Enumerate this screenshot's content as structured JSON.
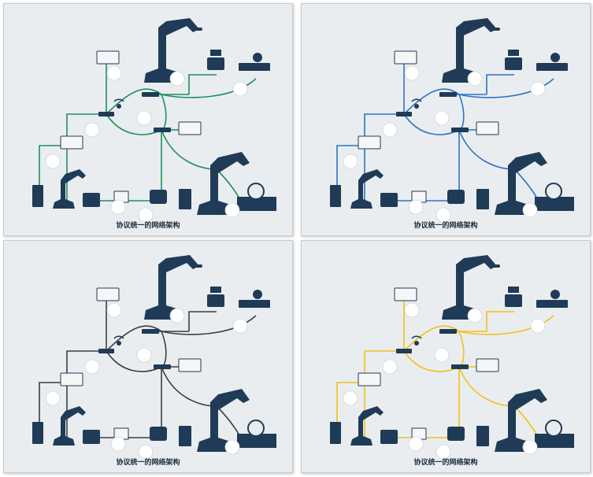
{
  "panels": [
    {
      "caption": "协议统一的网络架构",
      "line_color": "#1f8f5f"
    },
    {
      "caption": "协议统一的网络架构",
      "line_color": "#2e73c4"
    },
    {
      "caption": "协议统一的网络架构",
      "line_color": "#3a3f45"
    },
    {
      "caption": "协议统一的网络架构",
      "line_color": "#f1c21b"
    }
  ],
  "colors": {
    "device": "#1f3b57",
    "background": "#e9edf0"
  }
}
